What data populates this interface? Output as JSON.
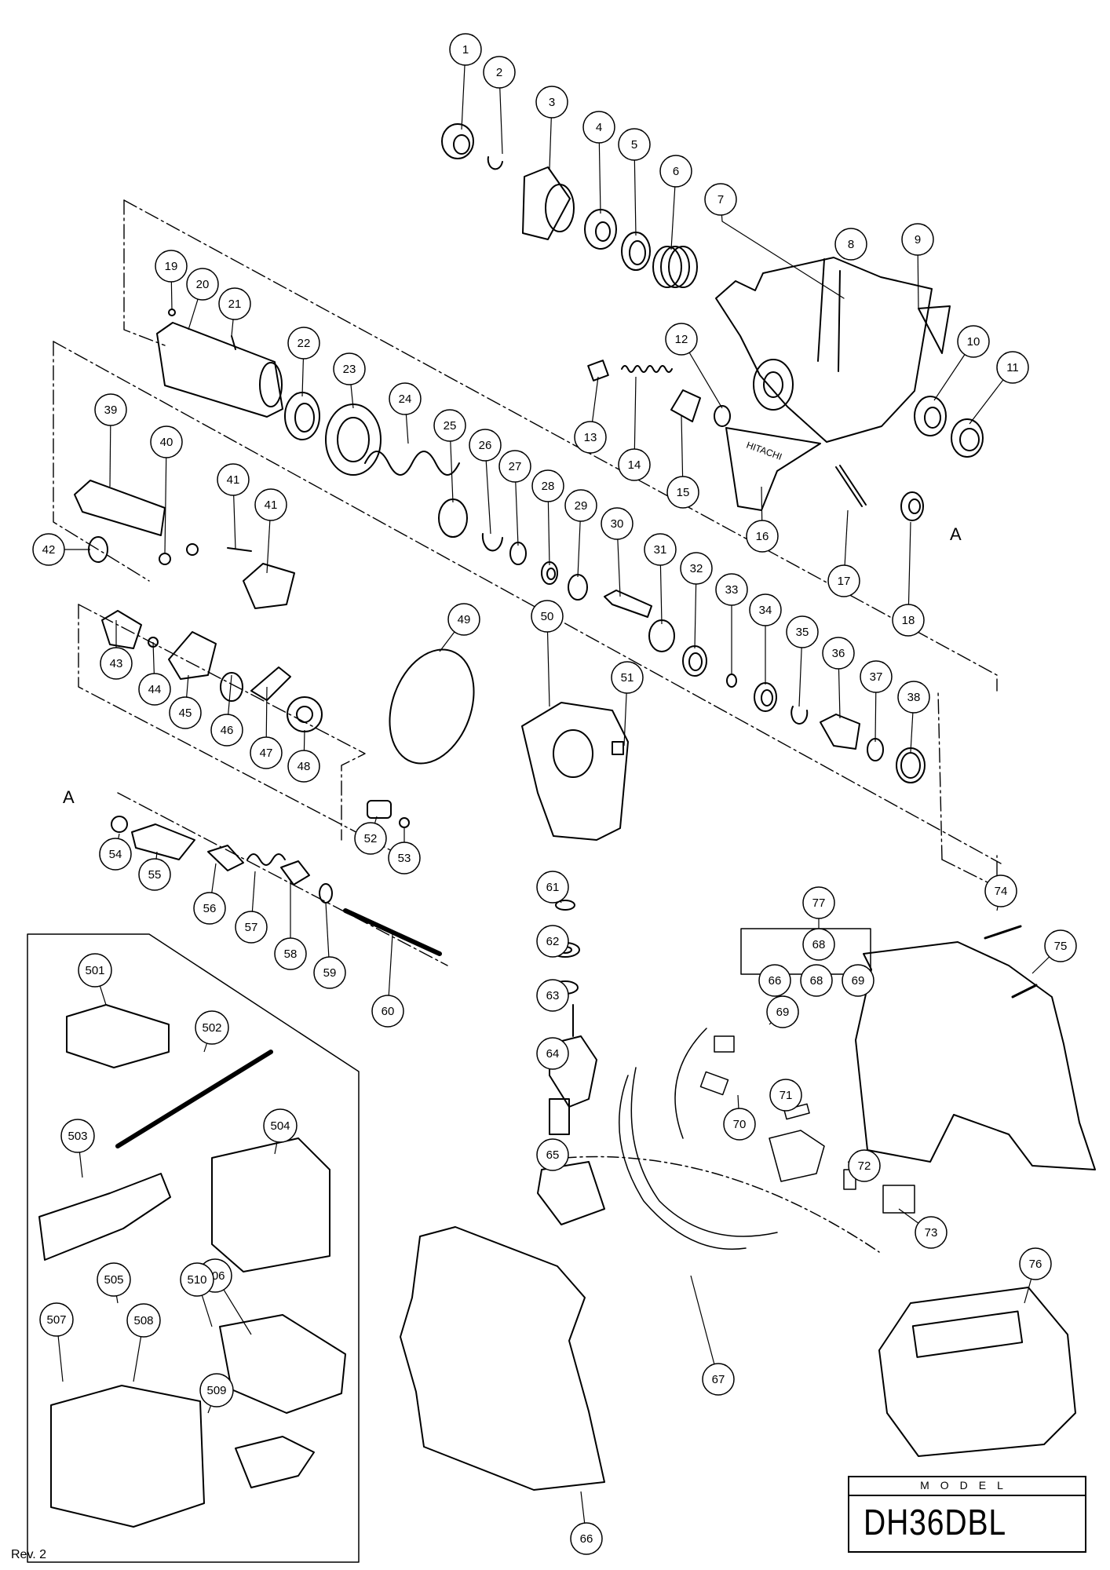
{
  "model": {
    "label": "MODEL",
    "name": "DH36DBL"
  },
  "revision": "Rev. 2",
  "brand_text": "HITACHI",
  "section_marker": "A",
  "group_box": {
    "number": "77",
    "members": [
      "66",
      "68",
      "69"
    ]
  },
  "callouts": [
    "1",
    "2",
    "3",
    "4",
    "5",
    "6",
    "7",
    "8",
    "9",
    "10",
    "11",
    "12",
    "13",
    "14",
    "15",
    "16",
    "17",
    "18",
    "19",
    "20",
    "21",
    "22",
    "23",
    "24",
    "25",
    "26",
    "27",
    "28",
    "29",
    "30",
    "31",
    "32",
    "33",
    "34",
    "35",
    "36",
    "37",
    "38",
    "39",
    "40",
    "41",
    "41",
    "42",
    "43",
    "44",
    "45",
    "46",
    "47",
    "48",
    "49",
    "50",
    "51",
    "52",
    "53",
    "54",
    "55",
    "56",
    "57",
    "58",
    "59",
    "60",
    "61",
    "62",
    "63",
    "64",
    "65",
    "66",
    "67",
    "68",
    "69",
    "70",
    "71",
    "72",
    "73",
    "74",
    "75",
    "76",
    "501",
    "502",
    "503",
    "504",
    "505",
    "506",
    "507",
    "508",
    "509",
    "510"
  ],
  "colors": {
    "ink": "#000000",
    "paper": "#ffffff",
    "shade": "#555555"
  }
}
